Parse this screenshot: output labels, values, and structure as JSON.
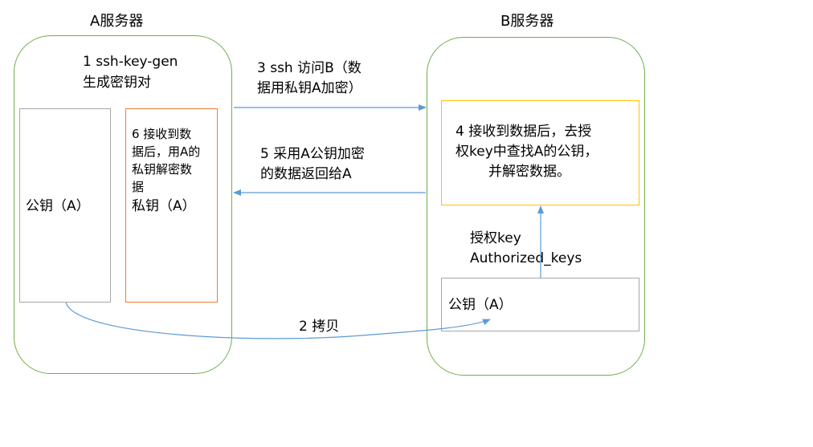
{
  "server_a": {
    "title": "A服务器"
  },
  "server_b": {
    "title": "B服务器"
  },
  "step1": {
    "line1": "1 ssh-key-gen",
    "line2": "生成密钥对"
  },
  "box_public_a": {
    "label": "公钥（A）"
  },
  "box_private_a": {
    "step6_lines": [
      "6 接收到数",
      "据后，用A的",
      "私钥解密数",
      "据"
    ],
    "label": "私钥（A）"
  },
  "step3": {
    "line1": "3 ssh 访问B（数",
    "line2": "据用私钥A加密）"
  },
  "step5": {
    "line1": "5 采用A公钥加密",
    "line2": "的数据返回给A"
  },
  "step4": {
    "lines": [
      "4 接收到数据后，去授",
      "权key中查找A的公钥，",
      "并解密数据。"
    ]
  },
  "authorized": {
    "line1": "授权key",
    "line2": "Authorized_keys"
  },
  "box_public_b": {
    "label": "公钥（A）"
  },
  "step2": {
    "label": "2 拷贝"
  },
  "colors": {
    "server_border": "#70ad47",
    "private_box_border": "#ed7d31",
    "step4_box_border": "#ffc000",
    "arrow": "#5b9bd5",
    "box_border": "#a6a6a6"
  }
}
